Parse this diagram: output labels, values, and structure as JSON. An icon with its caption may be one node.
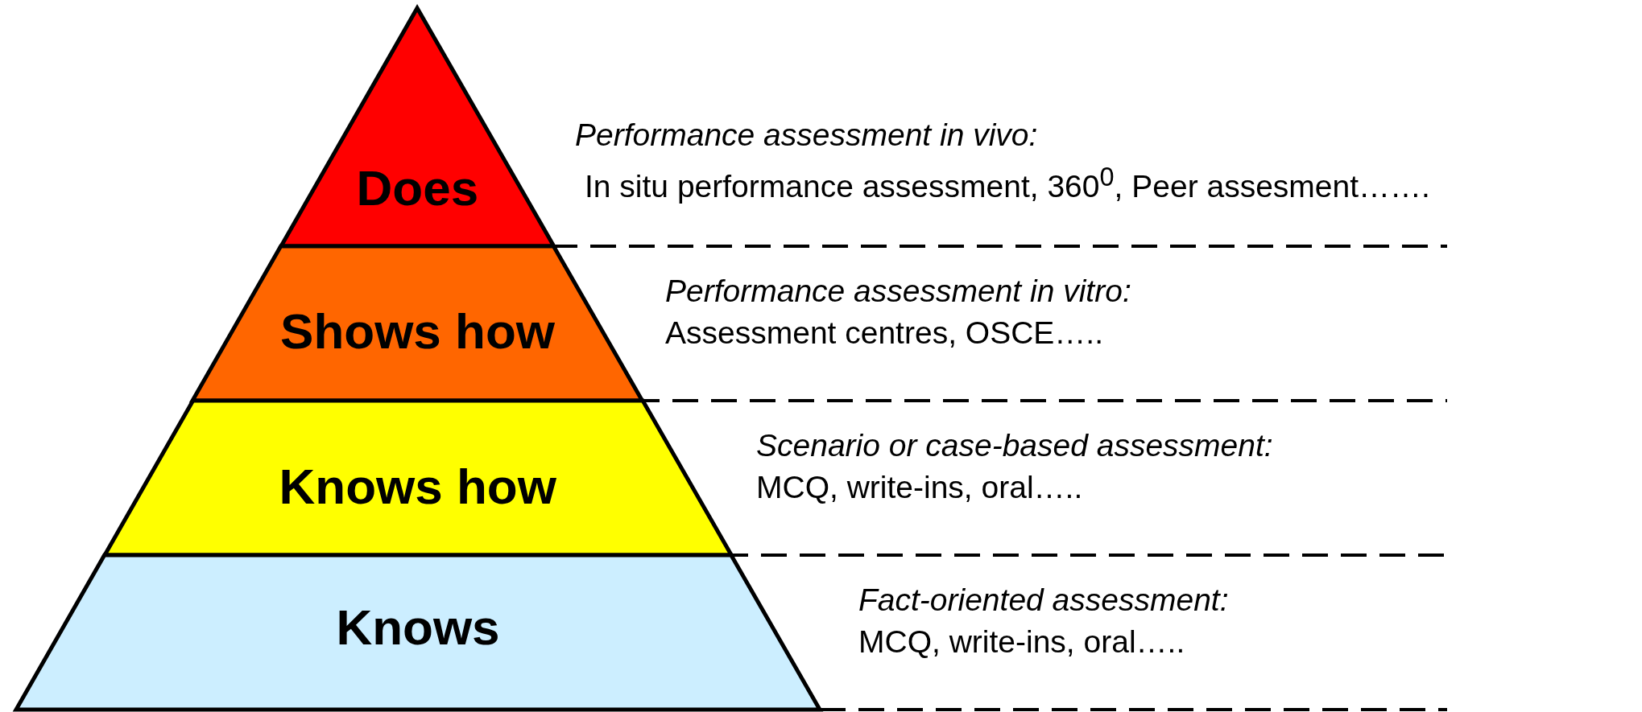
{
  "diagram": {
    "nodes": [
      {
        "text": [
          "Does"
        ],
        "beside": [
          "Performance assessment in vivo:",
          "In situ performance assessment, 360$^{0}$, Peer assesment……."
        ]
      },
      {
        "text": [
          "Shows how"
        ],
        "beside": [
          "Performance assessment in vitro:",
          "Assessment centres, OSCE….."
        ]
      },
      {
        "text": [
          "Knows how"
        ],
        "beside": [
          "Scenario or case-based assessment:",
          "MCQ, write-ins, oral….."
        ]
      },
      {
        "text": [
          "Knows"
        ],
        "beside": [
          "Fact-oriented assessment:",
          "MCQ, write-ins, oral….."
        ]
      }
    ],
    "edges": []
  }
}
